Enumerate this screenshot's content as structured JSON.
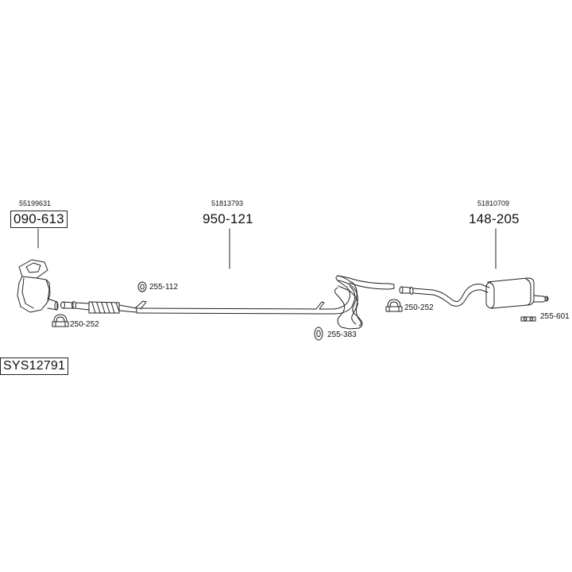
{
  "diagram": {
    "system_code": "SYS12791",
    "groups": [
      {
        "oe_number": "55199631",
        "part_number": "090-613"
      },
      {
        "oe_number": "51813793",
        "part_number": "950-121"
      },
      {
        "oe_number": "51810709",
        "part_number": "148-205"
      }
    ],
    "accessories": [
      {
        "part_number": "255-112",
        "icon": "rubber-ring-icon"
      },
      {
        "part_number": "250-252",
        "icon": "clamp-icon"
      },
      {
        "part_number": "255-383",
        "icon": "rubber-ring-icon"
      },
      {
        "part_number": "250-252",
        "icon": "clamp-icon"
      },
      {
        "part_number": "255-601",
        "icon": "hanger-icon"
      }
    ]
  }
}
